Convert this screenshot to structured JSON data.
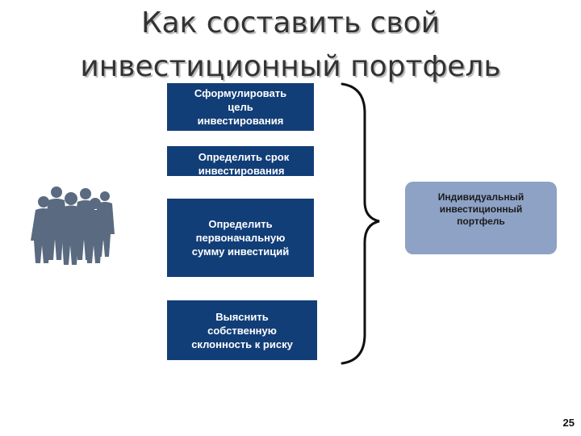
{
  "title": "Как составить свой\nинвестиционный портфель",
  "title_line1": "Как составить свой",
  "title_line2": "инвестиционный портфель",
  "steps": [
    {
      "label": "Сформулировать\nцель\nинвестирования"
    },
    {
      "label": "Определить срок\nинвестирования"
    },
    {
      "label": "Определить\nпервоначальную\nсумму инвестиций"
    },
    {
      "label": "Выяснить\nсобственную\nсклонность к риску"
    }
  ],
  "result": {
    "label": "Индивидуальный\nинвестиционный\nпортфель"
  },
  "page_number": "25",
  "colors": {
    "step_box": "#123e78",
    "result_box": "#8ea2c6",
    "people_icon": "#5a6a80"
  },
  "icons": [
    "people-group-icon",
    "curly-brace-icon"
  ]
}
